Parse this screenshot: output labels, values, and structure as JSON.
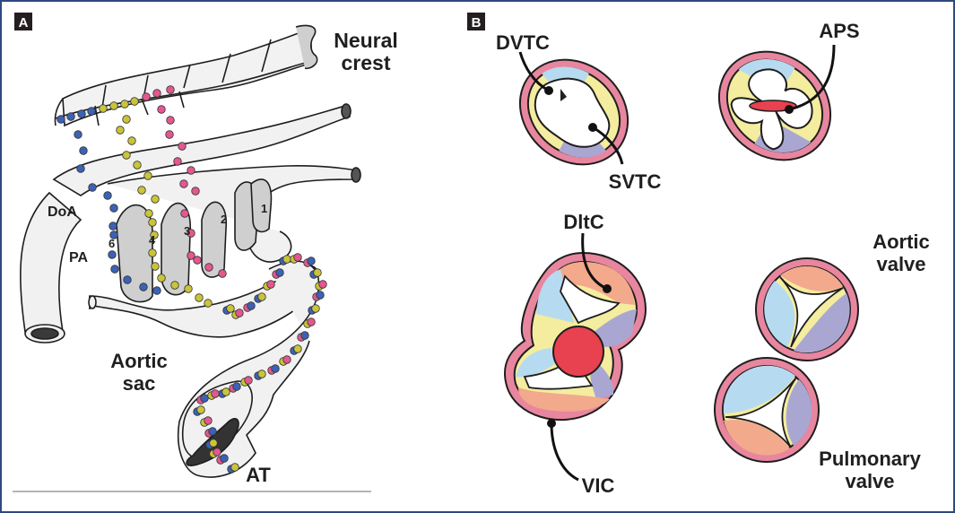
{
  "figure": {
    "panels": [
      {
        "letter": "A",
        "title": "Neural crest migration to outflow tract",
        "labels": {
          "neural_crest": [
            "Neural",
            "crest"
          ],
          "doa": "DoA",
          "pa": "PA",
          "aortic_sac": [
            "Aortic",
            "sac"
          ],
          "at": "AT",
          "arches": [
            "1",
            "2",
            "3",
            "4",
            "6"
          ]
        },
        "dot_colors": {
          "blue": "#3b62b5",
          "yellow": "#c9c43a",
          "pink": "#e2588f"
        }
      },
      {
        "letter": "B",
        "title": "Outflow cushion septation and valve formation",
        "labels": {
          "dvtc": "DVTC",
          "svtc": "SVTC",
          "aps": "APS",
          "dltc": "DltC",
          "vic": "VIC",
          "aortic_valve": [
            "Aortic",
            "valve"
          ],
          "pulmonary_valve": [
            "Pulmonary",
            "valve"
          ]
        },
        "colors": {
          "wall": "#e8869f",
          "cushion_blue": "#b6dbf0",
          "cushion_purple": "#a9a7d2",
          "cushion_yellow": "#f4ec9e",
          "cushion_orange": "#f3a98b",
          "septum_red": "#e8414f"
        }
      }
    ]
  }
}
